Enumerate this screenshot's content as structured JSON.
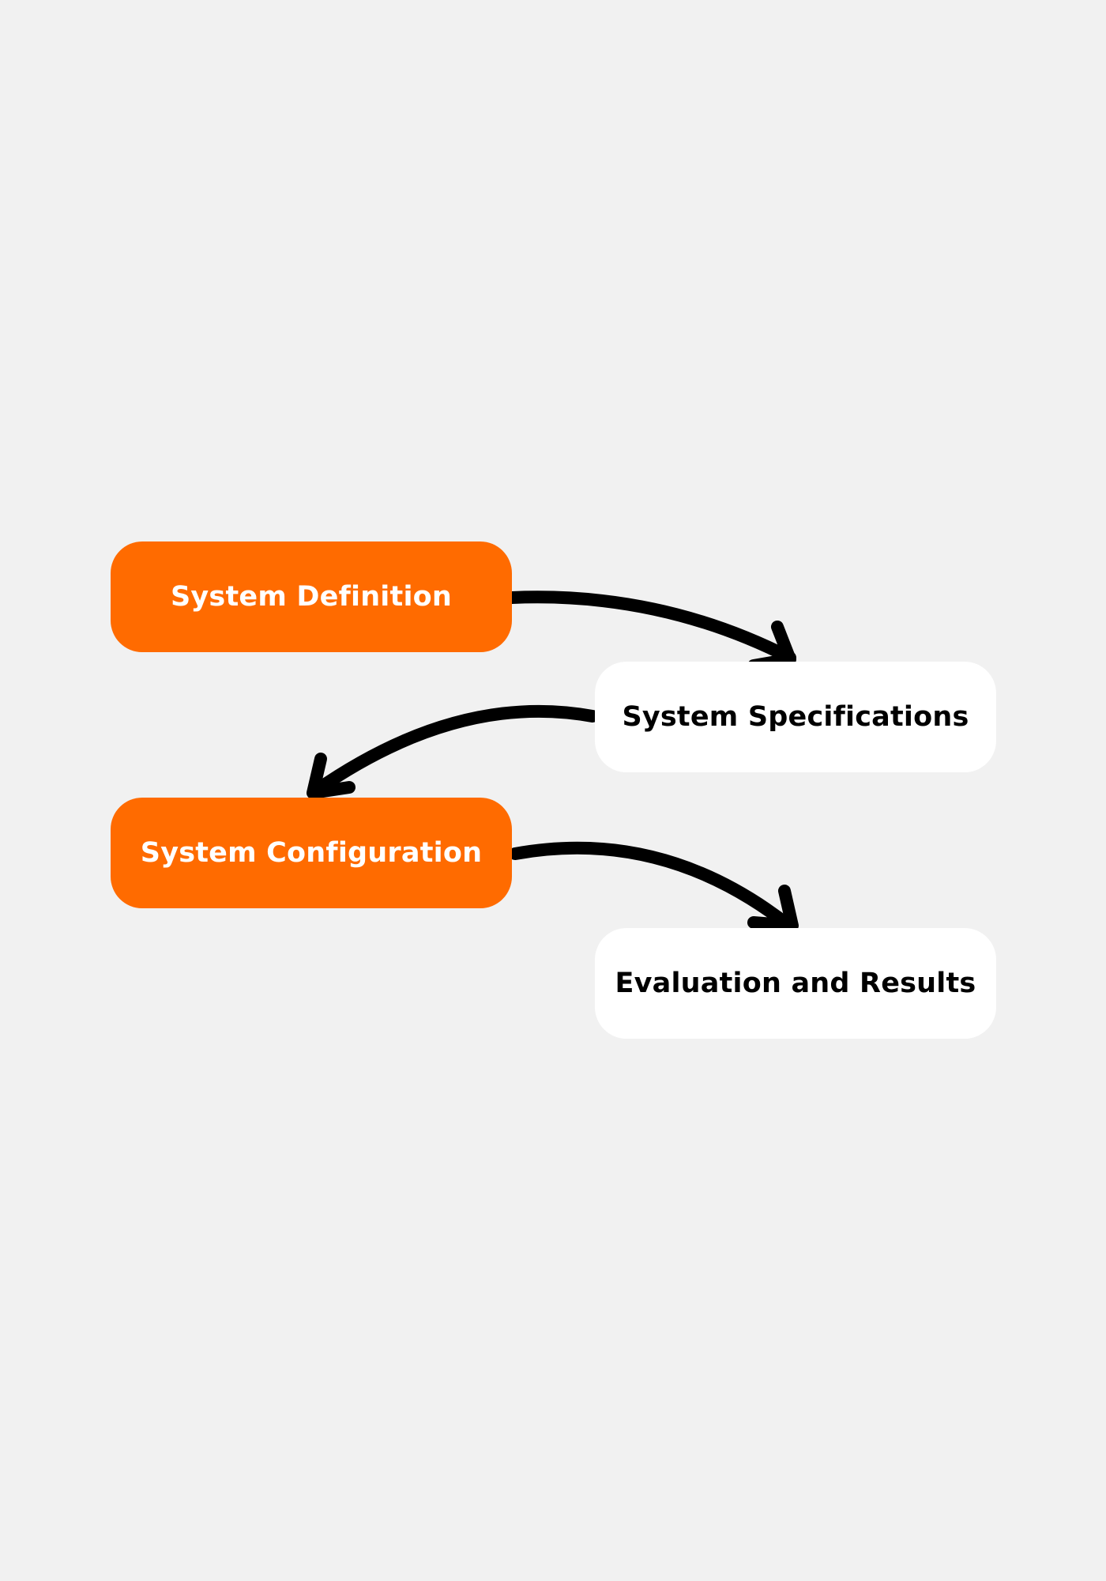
{
  "colors": {
    "background": "#f1f1f1",
    "accent": "#ff6b00",
    "plain_box": "#ffffff",
    "arrow": "#000000"
  },
  "diagram": {
    "nodes": [
      {
        "id": "system-definition",
        "label": "System Definition",
        "style": "accent"
      },
      {
        "id": "system-specifications",
        "label": "System Specifications",
        "style": "plain"
      },
      {
        "id": "system-configuration",
        "label": "System Configuration",
        "style": "accent"
      },
      {
        "id": "evaluation-and-results",
        "label": "Evaluation and Results",
        "style": "plain"
      }
    ],
    "edges": [
      {
        "from": "system-definition",
        "to": "system-specifications"
      },
      {
        "from": "system-specifications",
        "to": "system-configuration"
      },
      {
        "from": "system-configuration",
        "to": "evaluation-and-results"
      }
    ]
  }
}
